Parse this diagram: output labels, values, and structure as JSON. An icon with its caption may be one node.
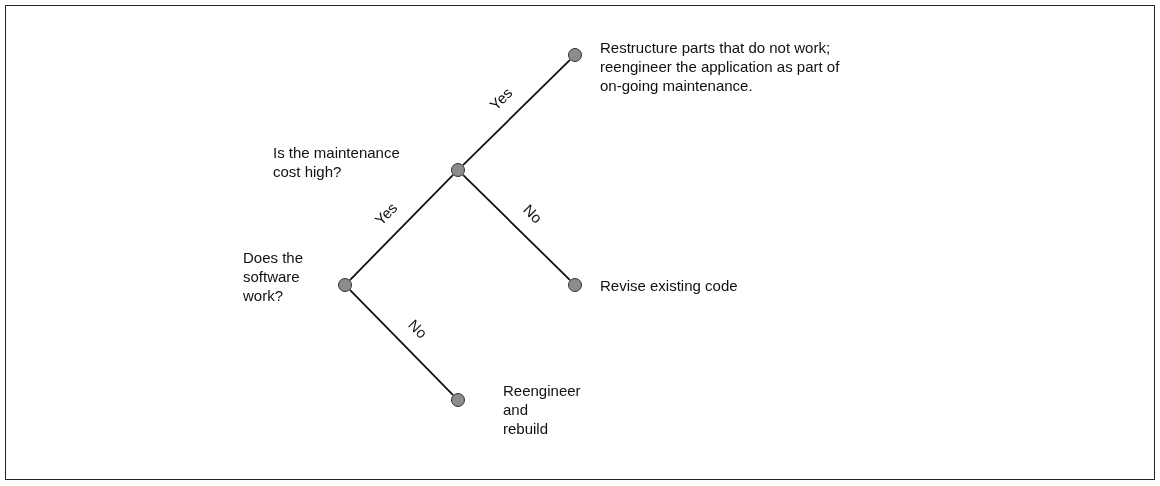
{
  "diagram": {
    "nodes": [
      {
        "text": [],
        "shape": "circle",
        "beside": [
          "Does the software work?"
        ]
      },
      {
        "text": [],
        "shape": "circle",
        "beside": [
          "Is the maintenance cost high?"
        ]
      },
      {
        "text": [],
        "shape": "circle",
        "beside": [
          "Restructure parts that do not work;  reengineer the application as part of on-going maintenance."
        ]
      },
      {
        "text": [],
        "shape": "circle",
        "beside": [
          "Revise existing code"
        ]
      },
      {
        "text": [],
        "shape": "circle",
        "beside": [
          "Reengineer and rebuild"
        ]
      }
    ],
    "edges": [
      {
        "from": 0,
        "to": 1,
        "arrow": "none",
        "label": "Yes"
      },
      {
        "from": 1,
        "to": 2,
        "arrow": "none",
        "label": "Yes"
      },
      {
        "from": 1,
        "to": 3,
        "arrow": "none",
        "label": "No"
      },
      {
        "from": 0,
        "to": 4,
        "arrow": "none",
        "label": "No"
      }
    ]
  }
}
